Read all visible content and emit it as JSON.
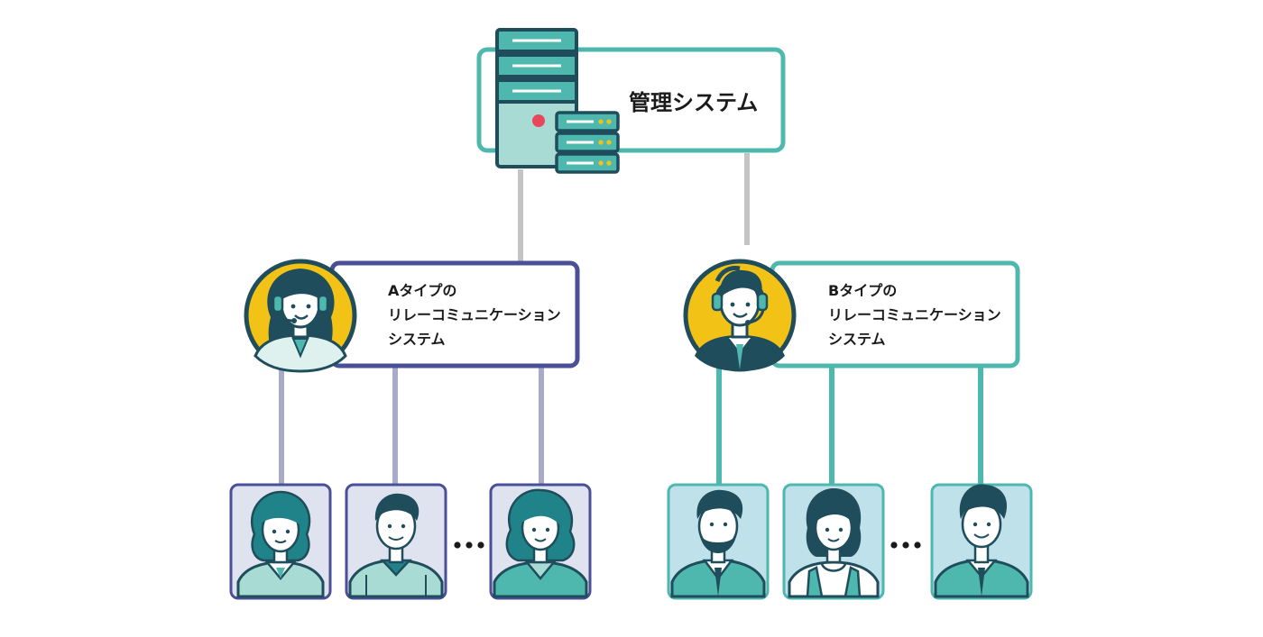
{
  "root": {
    "label": "管理システム"
  },
  "groups": [
    {
      "id": "a",
      "title_lines": [
        "Aタイプの",
        "リレーコミュニケーション",
        "システム"
      ],
      "color": "#4a4f98",
      "line_color": "#a9abcd",
      "users": [
        "user-a1",
        "user-a2",
        "user-a3"
      ]
    },
    {
      "id": "b",
      "title_lines": [
        "Bタイプの",
        "リレーコミュニケーション",
        "システム"
      ],
      "color": "#4fb8ae",
      "line_color": "#4fb8ae",
      "users": [
        "user-b1",
        "user-b2",
        "user-b3"
      ]
    }
  ],
  "ellipsis": "…",
  "colors": {
    "teal": "#4fb8ae",
    "navy": "#4a4f98",
    "dark": "#1f4d5c",
    "yellow": "#f2c316",
    "connector_gray": "#c4c4c4",
    "server_fill": "#a9dbd5",
    "server_light": "#dff1ee",
    "led_red": "#e8475b",
    "led_yellow": "#f2c316",
    "card_bg_a": "#dfe3ef",
    "card_bg_b": "#bfe1ea"
  }
}
